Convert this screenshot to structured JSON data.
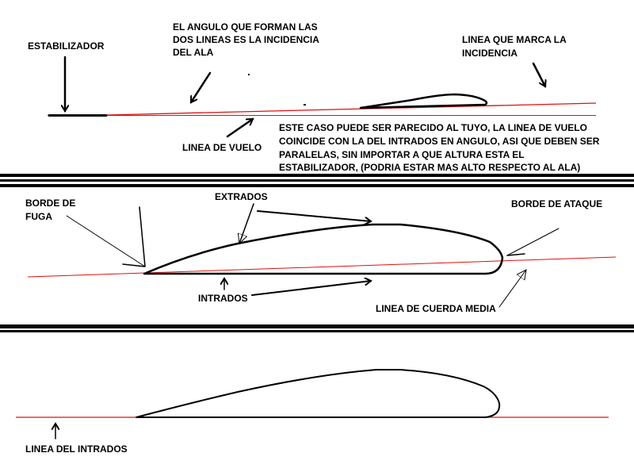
{
  "colors": {
    "ink": "#000000",
    "reference_line": "#e01010",
    "background": "#ffffff"
  },
  "top_panel": {
    "stabilizer_label": "ESTABILIZADOR",
    "angle_note": [
      "EL ANGULO QUE FORMAN LAS",
      "DOS LINEAS ES LA INCIDENCIA",
      "DEL ALA"
    ],
    "incidence_line_label": [
      "LINEA QUE MARCA LA",
      "INCIDENCIA"
    ],
    "flight_line_label": "LINEA DE VUELO",
    "explanation": [
      "ESTE CASO PUEDE SER PARECIDO AL TUYO, LA LINEA DE VUELO",
      "COINCIDE CON LA DEL INTRADOS EN ANGULO, ASI QUE DEBEN SER",
      "PARALELAS, SIN IMPORTAR A QUE ALTURA ESTA EL",
      "ESTABILIZADOR, (PODRIA ESTAR MAS ALTO RESPECTO AL ALA)"
    ]
  },
  "middle_panel": {
    "trailing_edge_label": [
      "BORDE DE",
      "FUGA"
    ],
    "upper_surface_label": "EXTRADOS",
    "leading_edge_label": "BORDE DE ATAQUE",
    "lower_surface_label": "INTRADOS",
    "chord_line_label": "LINEA DE CUERDA MEDIA"
  },
  "bottom_panel": {
    "lower_surface_line_label": "LINEA DEL INTRADOS"
  }
}
